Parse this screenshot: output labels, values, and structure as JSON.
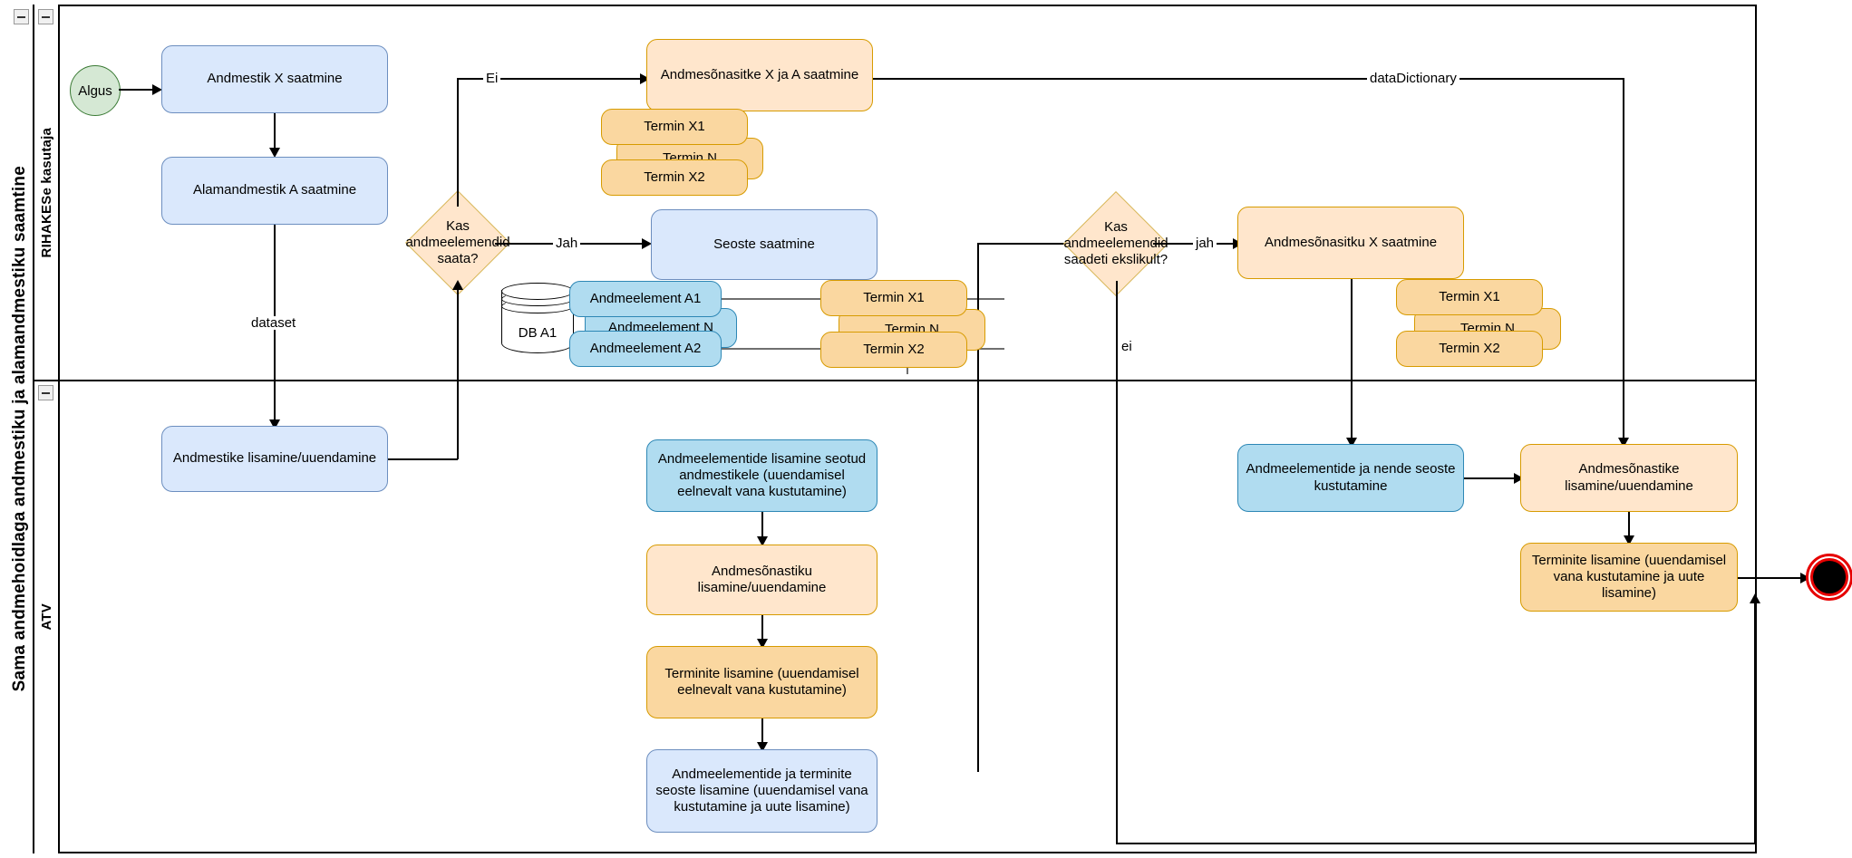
{
  "diagram": {
    "pool_label": "Sama andmehoidlaga andmestiku ja alamandmestiku saamtine",
    "lanes": [
      {
        "label": "RIHAKESe kasutaja"
      },
      {
        "label": "ATV"
      }
    ]
  },
  "events": {
    "start_label": "Algus",
    "end_label": ""
  },
  "tasks": {
    "andmestik_x": "Andmestik X saatmine",
    "alamandmestik_a": "Alamandmestik A saatmine",
    "andmesonasitke_xa": "Andmesõnasitke X ja A saatmine",
    "seoste_saatmine": "Seoste saatmine",
    "andmesonasitku_x": "Andmesõnasitku X saatmine",
    "andmestike_lisamine": "Andmestike lisamine/uuendamine",
    "andmeelementide_lisamine": "Andmeelementide lisamine seotud andmestikele (uuendamisel eelnevalt vana kustutamine)",
    "andmesonastiku_lisamine": "Andmesõnastiku lisamine/uuendamine",
    "terminite_lisamine_mid": "Terminite lisamine (uuendamisel eelnevalt vana kustutamine)",
    "andmeelementide_terminite_seoste": "Andmeelementide ja terminite seoste lisamine (uuendamisel vana kustutamine ja uute lisamine)",
    "andmeelementide_kustutamine": "Andmeelementide ja nende seoste kustutamine",
    "andmesonastike_lisamine": "Andmesõnastike lisamine/uuendamine",
    "terminite_lisamine_right": "Terminite lisamine (uuendamisel vana kustutamine ja uute lisamine)"
  },
  "gateways": {
    "gw1": "Kas andmeelemendid saata?",
    "gw2": "Kas andmeelemendid saadeti ekslikult?"
  },
  "data_objects": {
    "db": "DB A1",
    "termin_x1": "Termin X1",
    "termin_n": "Termin N",
    "termin_x2": "Termin X2",
    "andmeelement_a1": "Andmeelement A1",
    "andmeelement_n": "Andmeelement N",
    "andmeelement_a2": "Andmeelement A2"
  },
  "edge_labels": {
    "ei_top": "Ei",
    "jah_mid": "Jah",
    "jah_gw2": "jah",
    "ei_gw2": "ei",
    "dataset": "dataset",
    "data_dictionary": "dataDictionary"
  },
  "colors": {
    "blue_fill": "#dae8fc",
    "blue_stroke": "#6c8ebf",
    "blue_dark_fill": "#b0dcf0",
    "blue_dark_stroke": "#2d87b5",
    "orange_light_fill": "#ffe6cc",
    "orange_mid_fill": "#fad7a0",
    "orange_stroke": "#d79b00",
    "gateway_stroke": "#d6b656",
    "start_fill": "#d5e8d4",
    "start_stroke": "#3a7a34",
    "end_stroke": "#e60000"
  }
}
